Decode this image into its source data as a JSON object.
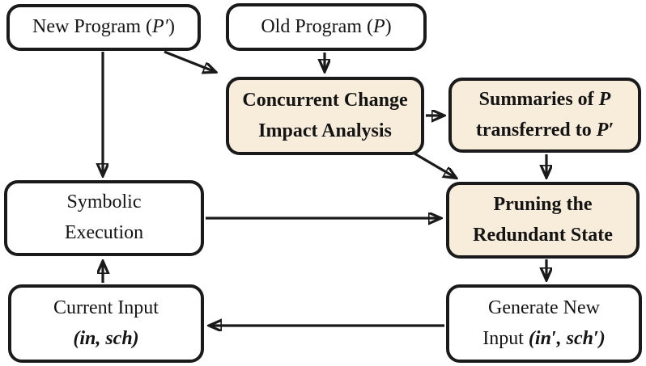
{
  "colors": {
    "page_background": "#ffffff",
    "box_border": "#1a1a1a",
    "plain_box_fill": "#ffffff",
    "highlight_box_fill": "#f8ecda",
    "arrow_color": "#1a1a1a"
  },
  "boxes": {
    "new_program": {
      "pre": "New Program (",
      "math": "P′",
      "post": ")"
    },
    "old_program": {
      "pre": "Old Program (",
      "math": "P",
      "post": ")"
    },
    "concurrent": {
      "line1": "Concurrent Change",
      "line2": "Impact Analysis"
    },
    "summaries": {
      "line1_pre": "Summaries of ",
      "line1_math": "P",
      "line2_pre": "transferred to ",
      "line2_math": "P′"
    },
    "symbolic": {
      "line1": "Symbolic",
      "line2": "Execution"
    },
    "pruning": {
      "line1": "Pruning the",
      "line2": "Redundant State"
    },
    "current_input": {
      "line1": "Current Input",
      "open": "(",
      "math1": "in",
      "sep": ", ",
      "math2": "sch",
      "close": ")"
    },
    "generate_input": {
      "line1": "Generate New",
      "line2_pre": "Input ",
      "open": "(",
      "math1": "in′",
      "sep": ", ",
      "math2": "sch′",
      "close": ")"
    }
  },
  "edges": [
    "new-program to symbolic-execution",
    "new-program to concurrent-change-impact-analysis",
    "old-program to concurrent-change-impact-analysis",
    "concurrent-change-impact-analysis to summaries",
    "summaries to pruning-redundant-state",
    "concurrent-change-impact-analysis to pruning-redundant-state",
    "symbolic-execution to pruning-redundant-state",
    "pruning-redundant-state to generate-new-input",
    "generate-new-input to current-input",
    "current-input to symbolic-execution"
  ]
}
